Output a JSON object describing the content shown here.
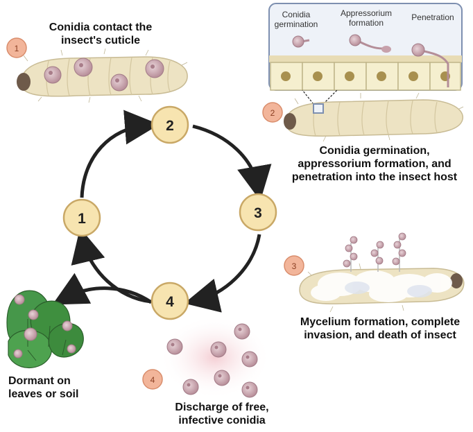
{
  "diagram": {
    "cycle_nodes": [
      "1",
      "2",
      "3",
      "4"
    ],
    "step_badges": [
      "1",
      "2",
      "3",
      "4"
    ],
    "captions": {
      "step1": [
        "Conidia contact the",
        "insect's cuticle"
      ],
      "step2": [
        "Conidia germination,",
        "appressorium formation, and",
        "penetration into the insect host"
      ],
      "step3": [
        "Mycelium formation, complete",
        "invasion, and death of insect"
      ],
      "step4": [
        "Discharge of free,",
        "infective conidia"
      ],
      "dormant": [
        "Dormant on",
        "leaves or soil"
      ]
    },
    "inset_labels": {
      "germination": [
        "Conidia",
        "germination"
      ],
      "appressorium": [
        "Appressorium",
        "formation"
      ],
      "penetration": [
        "Penetration"
      ]
    },
    "colors": {
      "node_fill": "#f7e4b0",
      "node_stroke": "#c9a866",
      "badge_fill": "#f2b59a",
      "badge_stroke": "#d98d6c",
      "larva_body": "#ede3c3",
      "conidia": "#d4b3bc",
      "arrow": "#222222",
      "leaf": "#3f8f3f",
      "inset_border": "#7d8fb0"
    }
  }
}
